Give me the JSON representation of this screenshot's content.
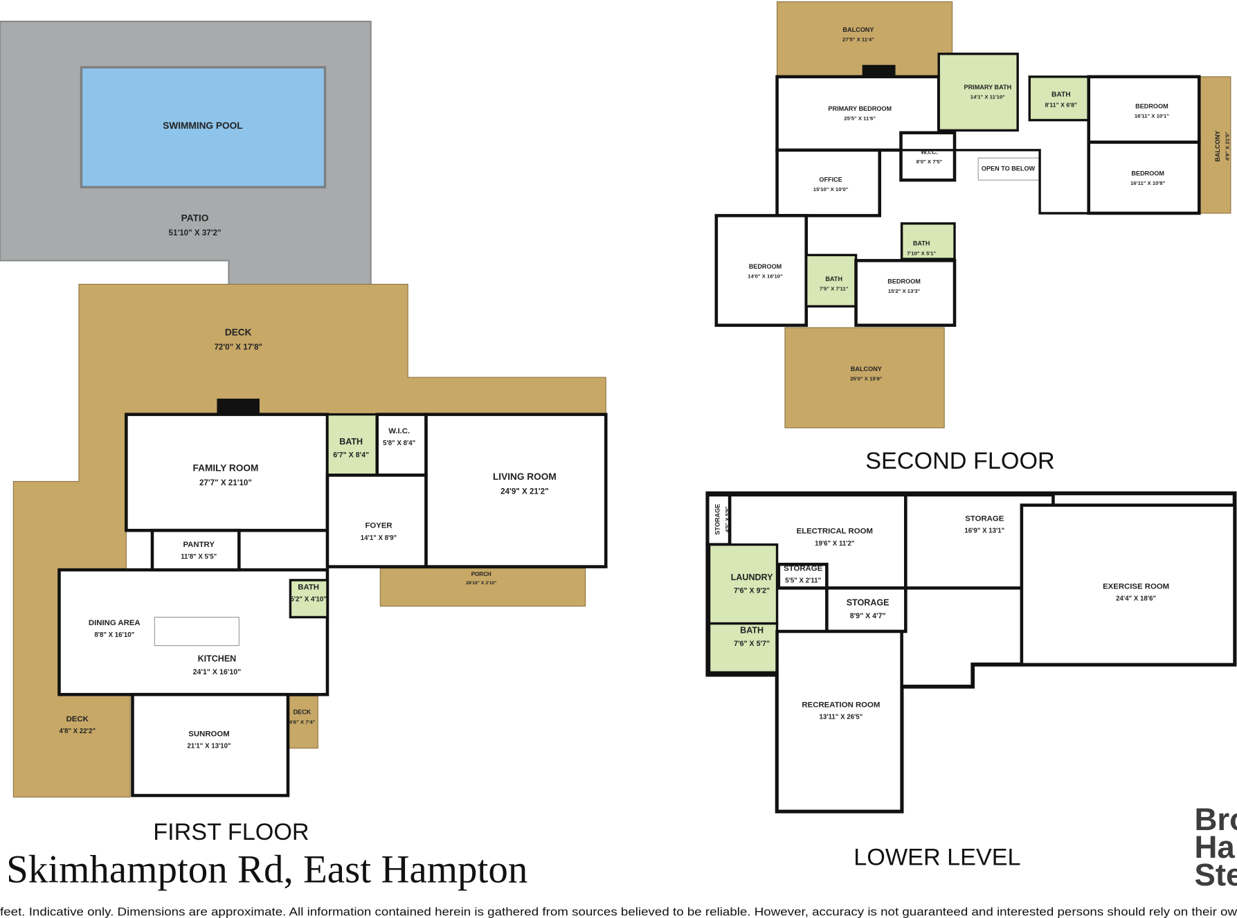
{
  "colors": {
    "deck": "#c7a867",
    "patio": "#a8aaac",
    "pool": "#8ec3ea",
    "bath": "#d7e7b6",
    "wall": "#111111"
  },
  "floors": {
    "first": {
      "title": "FIRST FLOOR",
      "rooms": [
        {
          "name": "SWIMMING POOL",
          "dims": ""
        },
        {
          "name": "PATIO",
          "dims": "51'10\" X 37'2\""
        },
        {
          "name": "DECK",
          "dims": "72'0\" X 17'8\""
        },
        {
          "name": "FAMILY ROOM",
          "dims": "27'7\" X 21'10\""
        },
        {
          "name": "BATH",
          "dims": "6'7\" X 8'4\""
        },
        {
          "name": "W.I.C.",
          "dims": "5'8\" X 8'4\""
        },
        {
          "name": "LIVING ROOM",
          "dims": "24'9\" X 21'2\""
        },
        {
          "name": "FOYER",
          "dims": "14'1\" X 8'9\""
        },
        {
          "name": "PANTRY",
          "dims": "11'8\" X 5'5\""
        },
        {
          "name": "PORCH",
          "dims": "28'10\" X 3'10\""
        },
        {
          "name": "BATH",
          "dims": "5'2\" X 4'10\""
        },
        {
          "name": "DINING AREA",
          "dims": "8'8\" X 16'10\""
        },
        {
          "name": "KITCHEN",
          "dims": "24'1\" X 16'10\""
        },
        {
          "name": "DECK",
          "dims": "4'8\" X 22'2\""
        },
        {
          "name": "DECK",
          "dims": "4'6\" X 7'4\""
        },
        {
          "name": "SUNROOM",
          "dims": "21'1\" X 13'10\""
        }
      ]
    },
    "second": {
      "title": "SECOND FLOOR",
      "rooms": [
        {
          "name": "BALCONY",
          "dims": "27'5\" X 11'4\""
        },
        {
          "name": "PRIMARY BEDROOM",
          "dims": "25'5\" X 11'6\""
        },
        {
          "name": "PRIMARY BATH",
          "dims": "14'1\" X 11'10\""
        },
        {
          "name": "BATH",
          "dims": "8'11\" X 6'8\""
        },
        {
          "name": "BEDROOM",
          "dims": "16'11\" X 10'1\""
        },
        {
          "name": "BALCONY",
          "dims": "4'9\" X 21'5\""
        },
        {
          "name": "W.I.C.",
          "dims": "8'0\" X 7'5\""
        },
        {
          "name": "OPEN TO BELOW",
          "dims": ""
        },
        {
          "name": "OFFICE",
          "dims": "15'10\" X 10'0\""
        },
        {
          "name": "BEDROOM",
          "dims": "16'11\" X 10'8\""
        },
        {
          "name": "BEDROOM",
          "dims": "14'0\" X 16'10\""
        },
        {
          "name": "BATH",
          "dims": "7'10\" X 5'1\""
        },
        {
          "name": "BATH",
          "dims": "7'5\" X 7'11\""
        },
        {
          "name": "BEDROOM",
          "dims": "15'2\" X 13'3\""
        },
        {
          "name": "BALCONY",
          "dims": "25'0\" X 15'9\""
        }
      ]
    },
    "lower": {
      "title": "LOWER LEVEL",
      "rooms": [
        {
          "name": "STORAGE",
          "dims": "4'5\" X 5'9\""
        },
        {
          "name": "ELECTRICAL ROOM",
          "dims": "19'6\" X 11'2\""
        },
        {
          "name": "STORAGE",
          "dims": "16'9\" X 13'1\""
        },
        {
          "name": "LAUNDRY",
          "dims": "7'6\" X 9'2\""
        },
        {
          "name": "STORAGE",
          "dims": "5'5\" X 2'11\""
        },
        {
          "name": "EXERCISE ROOM",
          "dims": "24'4\" X 18'6\""
        },
        {
          "name": "STORAGE",
          "dims": "8'9\" X 4'7\""
        },
        {
          "name": "BATH",
          "dims": "7'6\" X 5'7\""
        },
        {
          "name": "RECREATION ROOM",
          "dims": "13'11\" X 26'5\""
        }
      ]
    }
  },
  "address": "Skimhampton Rd, East Hampton",
  "disclaimer": "feet. Indicative only. Dimensions are approximate. All information contained herein is gathered from sources believed to be reliable. However, accuracy is not guaranteed and interested persons should rely on their ow",
  "logo": {
    "lines": [
      "Bro",
      "Ha",
      "Ste"
    ]
  }
}
